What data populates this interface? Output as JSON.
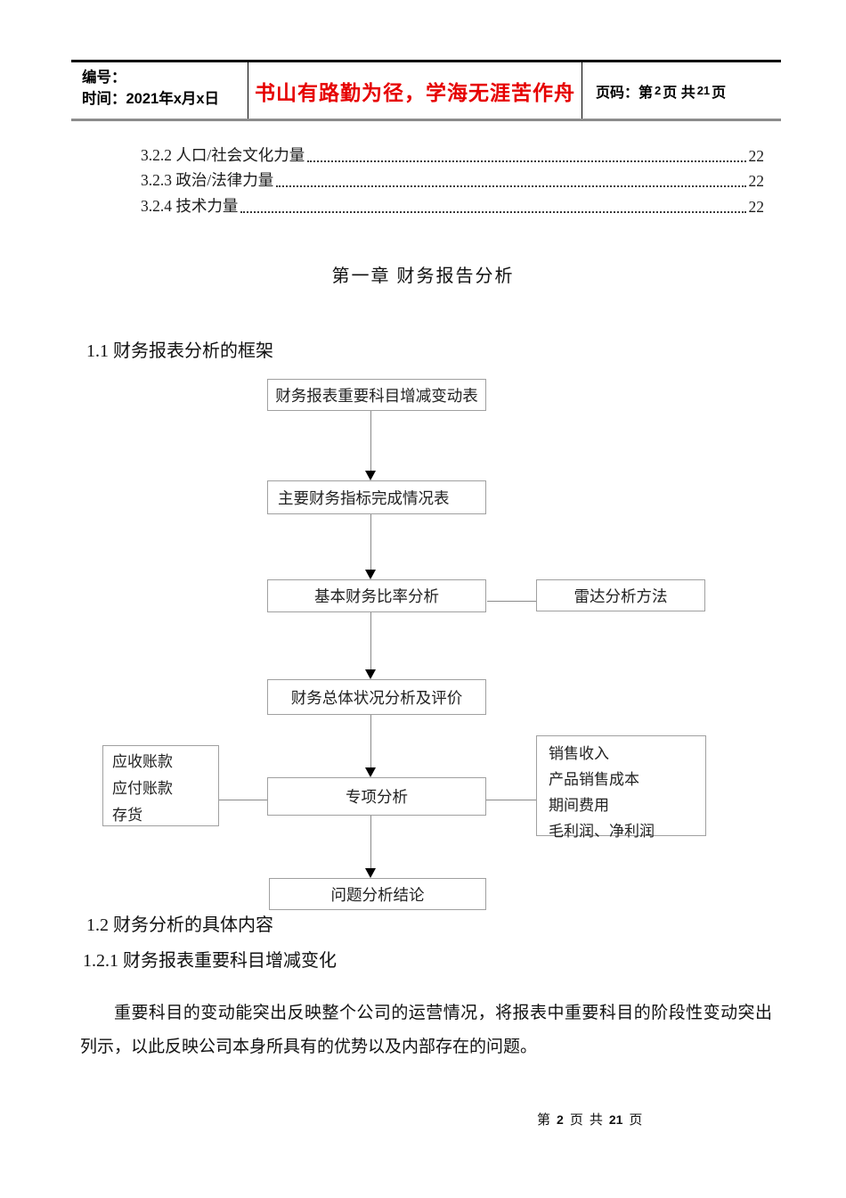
{
  "header": {
    "left": {
      "line1": "编号：",
      "line2": "时间：2021年x月x日"
    },
    "slogan": {
      "text": "书山有路勤为径，学海无涯苦作舟",
      "color": "#e60000"
    },
    "right": {
      "prefix": "页码：第",
      "page": "2",
      "mid": "页 共",
      "total": "21",
      "suffix": "页"
    }
  },
  "toc": {
    "items": [
      {
        "label": "3.2.2 人口/社会文化力量",
        "page": "22"
      },
      {
        "label": "3.2.3 政治/法律力量",
        "page": "22"
      },
      {
        "label": "3.2.4 技术力量",
        "page": "22"
      }
    ]
  },
  "headings": {
    "chapter": "第一章 财务报告分析",
    "s11": "1.1 财务报表分析的框架",
    "s12": "1.2 财务分析的具体内容",
    "s121": "1.2.1 财务报表重要科目增减变化"
  },
  "flowchart": {
    "b1": "财务报表重要科目增减变动表",
    "b2": "主要财务指标完成情况表",
    "b3": "基本财务比率分析",
    "radar": "雷达分析方法",
    "b4": "财务总体状况分析及评价",
    "b5": "专项分析",
    "b6": "问题分析结论",
    "left_lines": [
      "应收账款",
      "应付账款",
      "存货"
    ],
    "right_lines": [
      "销售收入",
      "产品销售成本",
      "期间费用",
      "毛利润、净利润"
    ]
  },
  "paragraph": "重要科目的变动能突出反映整个公司的运营情况，将报表中重要科目的阶段性变动突出列示，以此反映公司本身所具有的优势以及内部存在的问题。",
  "footer": {
    "prefix": "第",
    "page": "2",
    "mid1": "页",
    "mid2": "共",
    "total": "21",
    "suffix": "页"
  }
}
